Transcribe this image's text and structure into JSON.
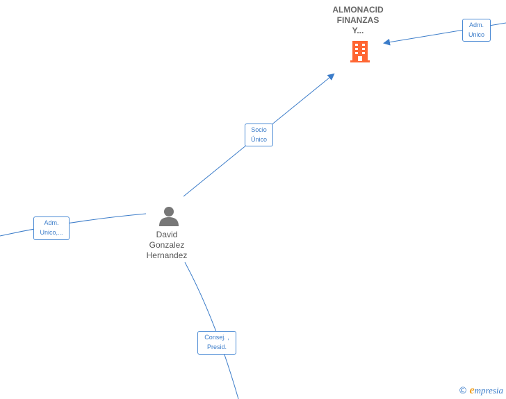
{
  "nodes": {
    "company": {
      "label_lines": [
        "ALMONACID",
        "FINANZAS",
        "Y..."
      ],
      "icon": "building-icon",
      "color": "#ff6633"
    },
    "person": {
      "label_lines": [
        "David",
        "Gonzalez",
        "Hernandez"
      ],
      "icon": "person-icon",
      "color": "#777777"
    }
  },
  "edges": {
    "socio_unico": {
      "lines": [
        "Socio",
        "Único"
      ]
    },
    "adm_unico_top": {
      "lines": [
        "Adm.",
        "Unico"
      ]
    },
    "adm_unico_left": {
      "lines": [
        "Adm.",
        "Unico,..."
      ]
    },
    "consej_presid": {
      "lines": [
        "Consej. ,",
        "Presid."
      ]
    }
  },
  "watermark": {
    "copyright": "©",
    "brand_initial": "e",
    "brand_rest": "mpresia"
  },
  "colors": {
    "edge": "#3b7cc9",
    "company": "#ff6633",
    "person": "#777777"
  }
}
